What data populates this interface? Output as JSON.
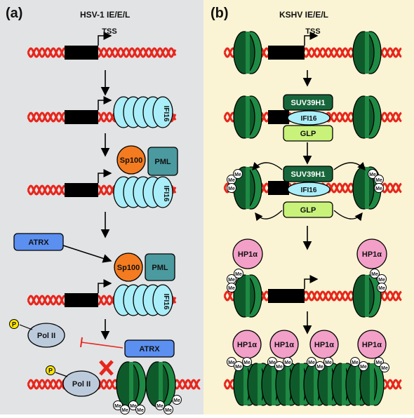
{
  "panel_a": {
    "letter": "(a)",
    "title": "HSV-1 IE/E/L",
    "tss": "TSS",
    "ifi16": "IFI16",
    "sp100": "Sp100",
    "pml": "PML",
    "atrx": "ATRX",
    "pol2": "Pol II",
    "phospho": "P",
    "me": "Me"
  },
  "panel_b": {
    "letter": "(b)",
    "title": "KSHV IE/E/L",
    "tss": "TSS",
    "suv39h1": "SUV39H1",
    "ifi16": "IFI16",
    "glp": "GLP",
    "hp1a": "HP1α",
    "me": "Me"
  },
  "colors": {
    "panel_a_bg": "#e2e3e5",
    "panel_b_bg": "#fbf4d4",
    "dna": "#e8261c",
    "promoter": "#000000",
    "ifi16": "#a9eef8",
    "sp100": "#f47b1f",
    "pml": "#4b9aa0",
    "atrx": "#5b8ff0",
    "pol2": "#bccbdc",
    "phospho": "#ffe600",
    "nucleosome": "#1e8a44",
    "nucleosome_dark": "#0f5a2b",
    "suv39h1": "#17663b",
    "glp": "#c8f27a",
    "hp1a": "#f2a0c8",
    "inhibit": "#e8261c"
  }
}
